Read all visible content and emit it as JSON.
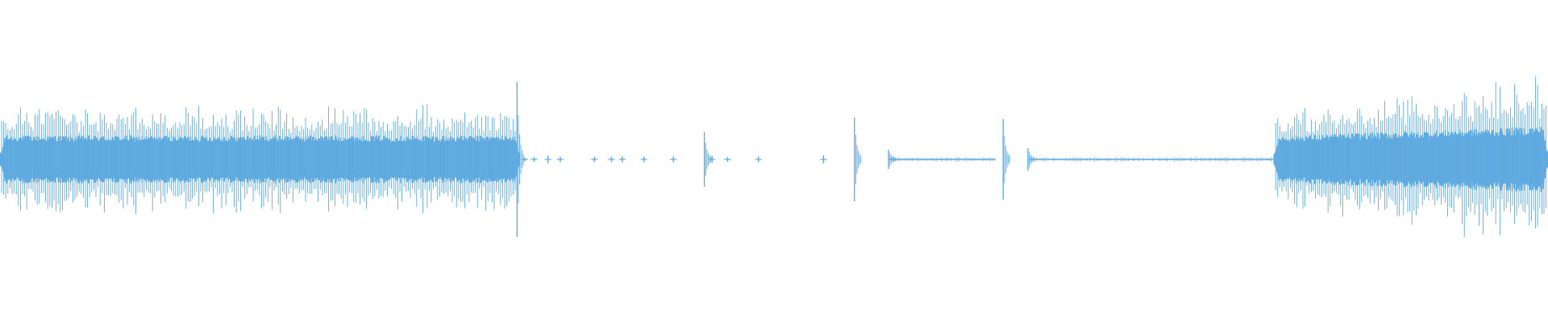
{
  "waveform": {
    "color": "#5eaae0",
    "segments": [
      {
        "kind": "dense",
        "start": 0.0,
        "end": 0.336,
        "body_amp": 0.13,
        "peak_amp": 0.32
      },
      {
        "kind": "dense",
        "start": 0.823,
        "end": 1.0,
        "body_amp": 0.15,
        "peak_amp": 0.44
      }
    ],
    "spikes": [
      {
        "pos": 0.334,
        "amp": 0.48
      },
      {
        "pos": 0.455,
        "amp": 0.17
      },
      {
        "pos": 0.552,
        "amp": 0.26
      },
      {
        "pos": 0.574,
        "amp": 0.06
      },
      {
        "pos": 0.648,
        "amp": 0.25
      },
      {
        "pos": 0.664,
        "amp": 0.07
      }
    ],
    "ticks": [
      0.339,
      0.345,
      0.354,
      0.362,
      0.384,
      0.395,
      0.402,
      0.416,
      0.435,
      0.46,
      0.47,
      0.49,
      0.532
    ],
    "flat_regions": [
      {
        "start": 0.574,
        "end": 0.643
      },
      {
        "start": 0.665,
        "end": 0.823
      }
    ]
  }
}
